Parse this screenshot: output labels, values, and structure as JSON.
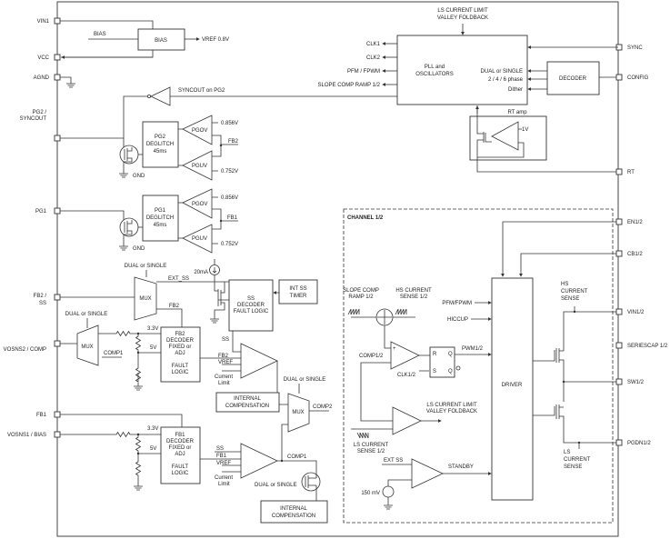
{
  "pins_left": {
    "vin1": "VIN1",
    "vcc": "VCC",
    "agnd": "AGND",
    "pg2_a": "PG2 /",
    "pg2_b": "SYNCOUT",
    "pg1": "PG1",
    "fb2_a": "FB2 /",
    "fb2_b": "SS",
    "vosns2": "VOSNS2 / COMP",
    "fb1": "FB1",
    "vosns1": "VOSNS1 / BIAS"
  },
  "pins_right": {
    "sync": "SYNC",
    "config": "CONFIG",
    "rt": "RT",
    "en": "EN1/2",
    "cb": "CB1/2",
    "vin": "VIN1/2",
    "seriescap": "SERIESCAP 1/2",
    "sw": "SW1/2",
    "pgdn": "PGDN1/2"
  },
  "bias": {
    "in_label": "BIAS",
    "block": "BIAS",
    "vref": "VREF 0.8V"
  },
  "syncout": "SYNCOUT  on PG2",
  "pg2": {
    "l1": "PG2",
    "l2": "DEGLITCH",
    "l3": "45ms",
    "pgov": "PGOV",
    "pguv": "PGUV",
    "ov_ref": "0.856V",
    "uv_ref": "0.752V",
    "fb": "FB2",
    "gnd": "GND"
  },
  "pg1": {
    "l1": "PG1",
    "l2": "DEGLITCH",
    "l3": "45ms",
    "pgov": "PGOV",
    "pguv": "PGUV",
    "ov_ref": "0.856V",
    "uv_ref": "0.752V",
    "fb": "FB1",
    "gnd": "GND"
  },
  "ss_section": {
    "dual_single_1": "DUAL or SINGLE",
    "mux1": "MUX",
    "ext_ss": "EXT_SS",
    "current": "20mA",
    "fb2": "FB2",
    "ss_l1": "SS",
    "ss_l2": "DECODER",
    "ss_l3": "FAULT LOGIC",
    "int_l1": "INT SS",
    "int_l2": "TIMER"
  },
  "ch2_fb": {
    "dual_single": "DUAL or SINGLE",
    "mux": "MUX",
    "comp1": "COMP1",
    "v33": "3.3V",
    "v5": "5V",
    "dec": [
      "FB2",
      "DECODER",
      "FIXED or",
      "ADJ",
      "FAULT",
      "LOGIC"
    ],
    "ss": "SS",
    "fb": "FB2",
    "vref": "VREF",
    "cl1": "Current",
    "cl2": "Limit",
    "ic1": "INTERNAL",
    "ic2": "COMPENSATION",
    "dual_single_2": "DUAL or SINGLE",
    "mux2": "MUX",
    "comp2": "COMP2"
  },
  "ch1_fb": {
    "v33": "3.3V",
    "v5": "5V",
    "dec": [
      "FB1",
      "DECODER",
      "FIXED or",
      "ADJ",
      "FAULT",
      "LOGIC"
    ],
    "ss": "SS",
    "fb": "FB1",
    "vref": "VREF",
    "cl1": "Current",
    "cl2": "Limit",
    "comp1": "COMP1",
    "dual_single": "DUAL or SINGLE",
    "ic1": "INTERNAL",
    "ic2": "COMPENSATION"
  },
  "pll": {
    "top1": "LS CURRENT LIMIT",
    "top2": "VALLEY FOLDBACK",
    "clk1": "CLK1",
    "clk2": "CLK2",
    "pfm": "PFM / FPWM",
    "slope": "SLOPE COMP RAMP 1/2",
    "title1": "PLL and",
    "title2": "OSCILLATORS",
    "dual": "DUAL or SINGLE",
    "phase": "2 / 4 / 6 phase",
    "dither": "Dither",
    "decoder": "DECODER",
    "rtamp": "RT amp",
    "onev": "1V"
  },
  "channel": {
    "title": "CHANNEL 1/2",
    "slope1": "SLOPE COMP",
    "slope2": "RAMP 1/2",
    "hs1": "HS CURRENT",
    "hs2": "SENSE 1/2",
    "pfm": "PFM/FPWM",
    "hiccup": "HICCUP",
    "comp": "COMP1/2",
    "clk": "CLK1/2",
    "r": "R",
    "q": "Q",
    "s": "S",
    "qb": "Q",
    "pwm": "PWM1/2",
    "ls_lim1": "LS CURRENT LIMIT",
    "ls_lim2": "VALLEY FOLDBACK",
    "ls_cs1": "LS CURRENT",
    "ls_cs2": "SENSE 1/2",
    "ext_ss": "EXT SS",
    "standby": "STANDBY",
    "mv": "150 mV",
    "driver": "DRIVER",
    "hs_a": "HS",
    "hs_b": "CURRENT",
    "hs_c": "SENSE",
    "ls_a": "LS",
    "ls_b": "CURRENT",
    "ls_c": "SENSE"
  }
}
